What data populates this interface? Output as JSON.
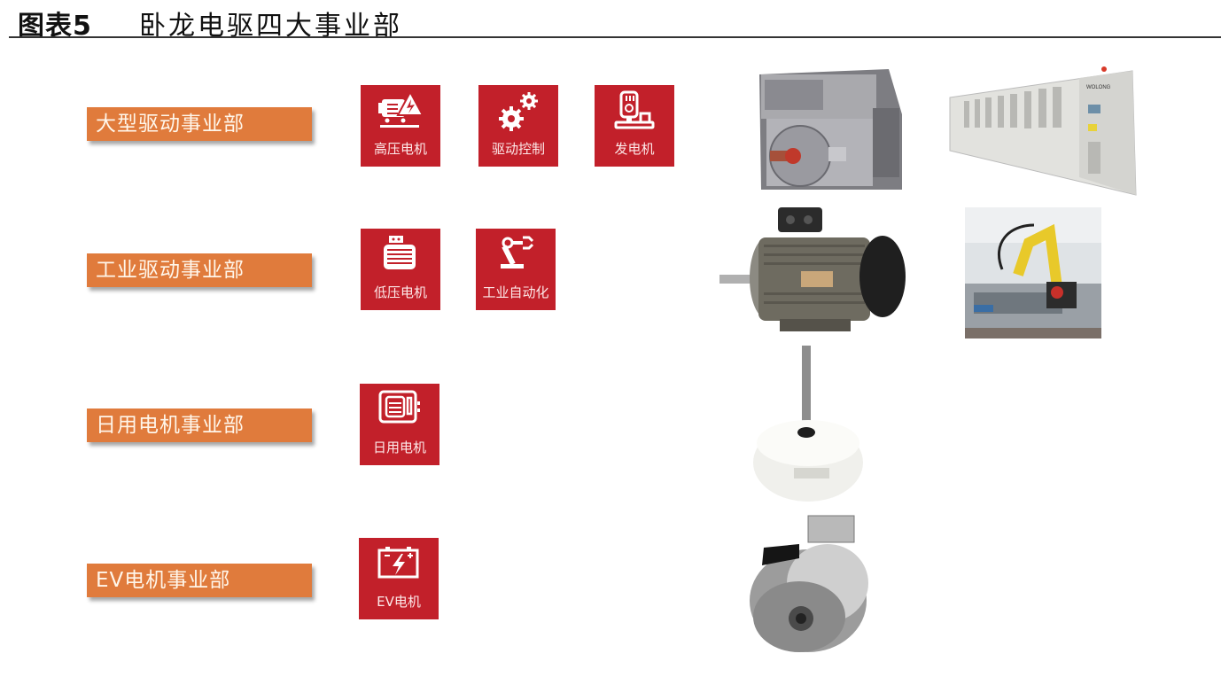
{
  "figure": {
    "label": "图表5",
    "title": "卧龙电驱四大事业部"
  },
  "divisions": [
    {
      "name": "大型驱动事业部",
      "products": [
        "高压电机",
        "驱动控制",
        "发电机"
      ],
      "icons": [
        "hv-motor-warning-icon",
        "gears-icon",
        "generator-icon"
      ],
      "photos": [
        "high-voltage-motor-photo",
        "drive-control-cabinet-photo"
      ]
    },
    {
      "name": "工业驱动事业部",
      "products": [
        "低压电机",
        "工业自动化"
      ],
      "icons": [
        "lv-motor-icon",
        "robot-arm-icon"
      ],
      "photos": [
        "low-voltage-motor-photo",
        "industrial-robot-photo"
      ]
    },
    {
      "name": "日用电机事业部",
      "products": [
        "日用电机"
      ],
      "icons": [
        "appliance-motor-icon"
      ],
      "photos": [
        "appliance-fan-motor-photo"
      ]
    },
    {
      "name": "EV电机事业部",
      "products": [
        "EV电机"
      ],
      "icons": [
        "battery-bolt-icon"
      ],
      "photos": [
        "ev-motor-photo"
      ]
    }
  ],
  "photo_texts": {
    "cabinet_brand": "WOLONG"
  },
  "colors": {
    "division_bg": "#e07b3c",
    "tile_bg": "#c2202a",
    "text_white": "#ffffff"
  }
}
